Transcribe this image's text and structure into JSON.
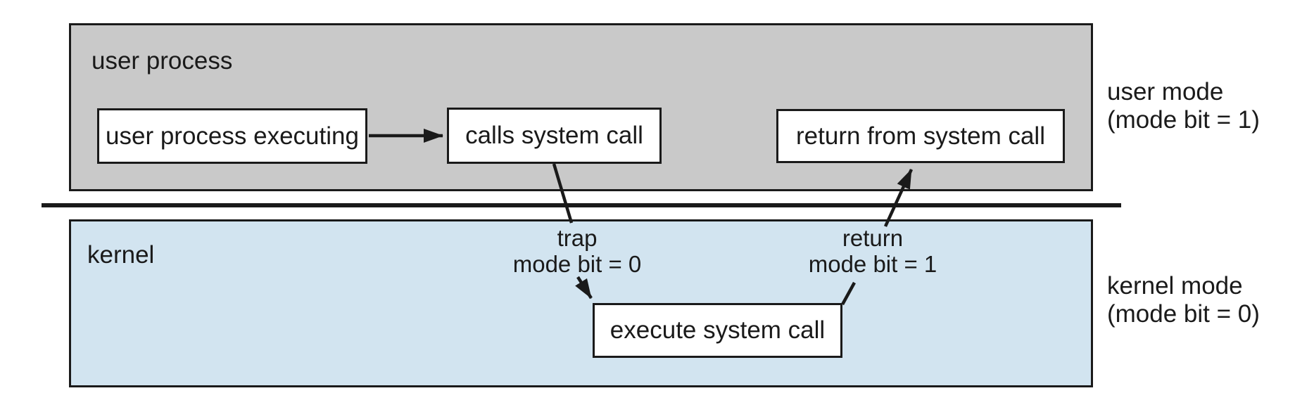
{
  "figure": {
    "user_area_label": "user process",
    "kernel_area_label": "kernel",
    "boxes": {
      "user_process_executing": "user process executing",
      "calls_system_call": "calls system call",
      "return_from_system_call": "return from system call",
      "execute_system_call": "execute system call"
    },
    "trap_label": {
      "line1": "trap",
      "line2": "mode bit = 0"
    },
    "return_label": {
      "line1": "return",
      "line2": "mode bit = 1"
    },
    "side_labels": {
      "user_mode": {
        "line1": "user mode",
        "line2": "(mode bit = 1)"
      },
      "kernel_mode": {
        "line1": "kernel mode",
        "line2": "(mode bit = 0)"
      }
    },
    "colors": {
      "user_area_fill": "#c9c9c9",
      "kernel_area_fill": "#d2e4f0",
      "box_fill": "#ffffff",
      "line": "#1a1a1a"
    }
  }
}
